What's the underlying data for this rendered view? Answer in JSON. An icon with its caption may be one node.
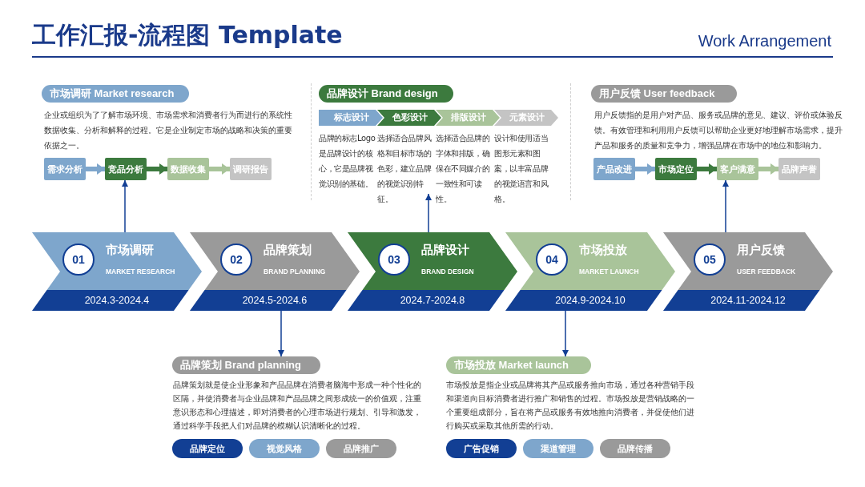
{
  "diagram": {
    "title": "工作汇报-流程图 Template",
    "nodes": [
      {
        "text": [
          "市场调研 Market research"
        ],
        "beside": [
          "企业或组织为了了解市场环境、市场需求和消费者行为而进行的系统性数据收集、分析和解释的过程。它是企业制定市场的战略和决策的重要依据之一。"
        ]
      },
      {
        "text": [
          "需求分析"
        ]
      },
      {
        "text": [
          "竞品分析"
        ]
      },
      {
        "text": [
          "数据收集"
        ]
      },
      {
        "text": [
          "调研报告"
        ]
      },
      {
        "text": [
          "品牌设计 Brand design"
        ]
      },
      {
        "text": [
          "标志设计"
        ],
        "beside": [
          "品牌的标志Logo是品牌设计的核心，它是品牌视觉识别的基础。"
        ]
      },
      {
        "text": [
          "色彩设计"
        ],
        "beside": [
          "选择适合品牌风格和目标市场的色彩，建立品牌的视觉识别特征。"
        ]
      },
      {
        "text": [
          "排版设计"
        ],
        "beside": [
          "选择适合品牌的字体和排版，确保在不同媒介的一致性和可读性。"
        ]
      },
      {
        "text": [
          "元素设计"
        ],
        "beside": [
          "设计和使用适当图形元素和图案，以丰富品牌的视觉语言和风格。"
        ]
      },
      {
        "text": [
          "用户反馈 User feedback"
        ],
        "beside": [
          "用户反馈指的是用户对产品、服务或品牌的意见、建议、评价或体验反馈。有效管理和利用用户反馈可以帮助企业更好地理解市场需求，提升产品和服务的质量和竞争力，增强品牌在市场中的地位和影响力。"
        ]
      },
      {
        "text": [
          "产品改进"
        ]
      },
      {
        "text": [
          "市场定位"
        ]
      },
      {
        "text": [
          "客户满意"
        ]
      },
      {
        "text": [
          "品牌声誉"
        ]
      },
      {
        "text": [
          "市场调研",
          "MARKET RESEARCH",
          "2024.3-2024.4"
        ]
      },
      {
        "text": [
          "01"
        ],
        "in": 15
      },
      {
        "text": [
          "品牌策划",
          "BRAND PLANNING",
          "2024.5-2024.6"
        ]
      },
      {
        "text": [
          "02"
        ],
        "in": 17
      },
      {
        "text": [
          "品牌设计",
          "BRAND DESIGN",
          "2024.7-2024.8"
        ]
      },
      {
        "text": [
          "03"
        ],
        "in": 19
      },
      {
        "text": [
          "市场投放",
          "MARKET LAUNCH",
          "2024.9-2024.10"
        ]
      },
      {
        "text": [
          "04"
        ],
        "in": 21
      },
      {
        "text": [
          "用户反馈",
          "USER FEEDBACK",
          "2024.11-2024.12"
        ]
      },
      {
        "text": [
          "05"
        ],
        "in": 23
      },
      {
        "text": [
          "品牌策划 Brand planning"
        ],
        "beside": [
          "品牌策划就是使企业形象和产品品牌在消费者脑海中形成一种个性化的区隔，并使消费者与企业品牌和产品品牌之间形成统一的价值观，注重意识形态和心理描述，即对消费者的心理市场进行规划、引导和激发，通过科学手段把人们对品牌的模糊认识清晰化的过程。"
        ]
      },
      {
        "text": [
          "品牌定位"
        ]
      },
      {
        "text": [
          "视觉风格"
        ]
      },
      {
        "text": [
          "品牌推广"
        ]
      },
      {
        "text": [
          "市场投放 Market launch"
        ],
        "beside": [
          "市场投放是指企业或品牌将其产品或服务推向市场，通过各种营销手段和渠道向目标消费者进行推广和销售的过程。市场投放是营销战略的一个重要组成部分，旨在将产品或服务有效地推向消费者，并促使他们进行购买或采取其他所需的行动。"
        ]
      },
      {
        "text": [
          "广告促销"
        ]
      },
      {
        "text": [
          "渠道管理"
        ]
      },
      {
        "text": [
          "品牌传播"
        ]
      }
    ],
    "edges": [
      {
        "from": 1,
        "to": 2,
        "arrow": "to",
        "color": "#7ea6cc"
      },
      {
        "from": 2,
        "to": 3,
        "arrow": "to",
        "color": "#3c7a3e"
      },
      {
        "from": 3,
        "to": 4,
        "arrow": "to",
        "color": "#a9c49a"
      },
      {
        "from": 11,
        "to": 12,
        "arrow": "to",
        "color": "#7ea6cc"
      },
      {
        "from": 12,
        "to": 13,
        "arrow": "to",
        "color": "#3c7a3e"
      },
      {
        "from": 13,
        "to": 14,
        "arrow": "to",
        "color": "#a9c49a"
      },
      {
        "from": 15,
        "to": 2,
        "arrow": "to"
      },
      {
        "from": 19,
        "to": 7,
        "arrow": "to"
      },
      {
        "from": 23,
        "to": 13,
        "arrow": "to"
      },
      {
        "from": 17,
        "to": 25,
        "arrow": "to"
      },
      {
        "from": 21,
        "to": 29,
        "arrow": "to"
      }
    ],
    "labels": [
      "Work Arrangement"
    ]
  }
}
